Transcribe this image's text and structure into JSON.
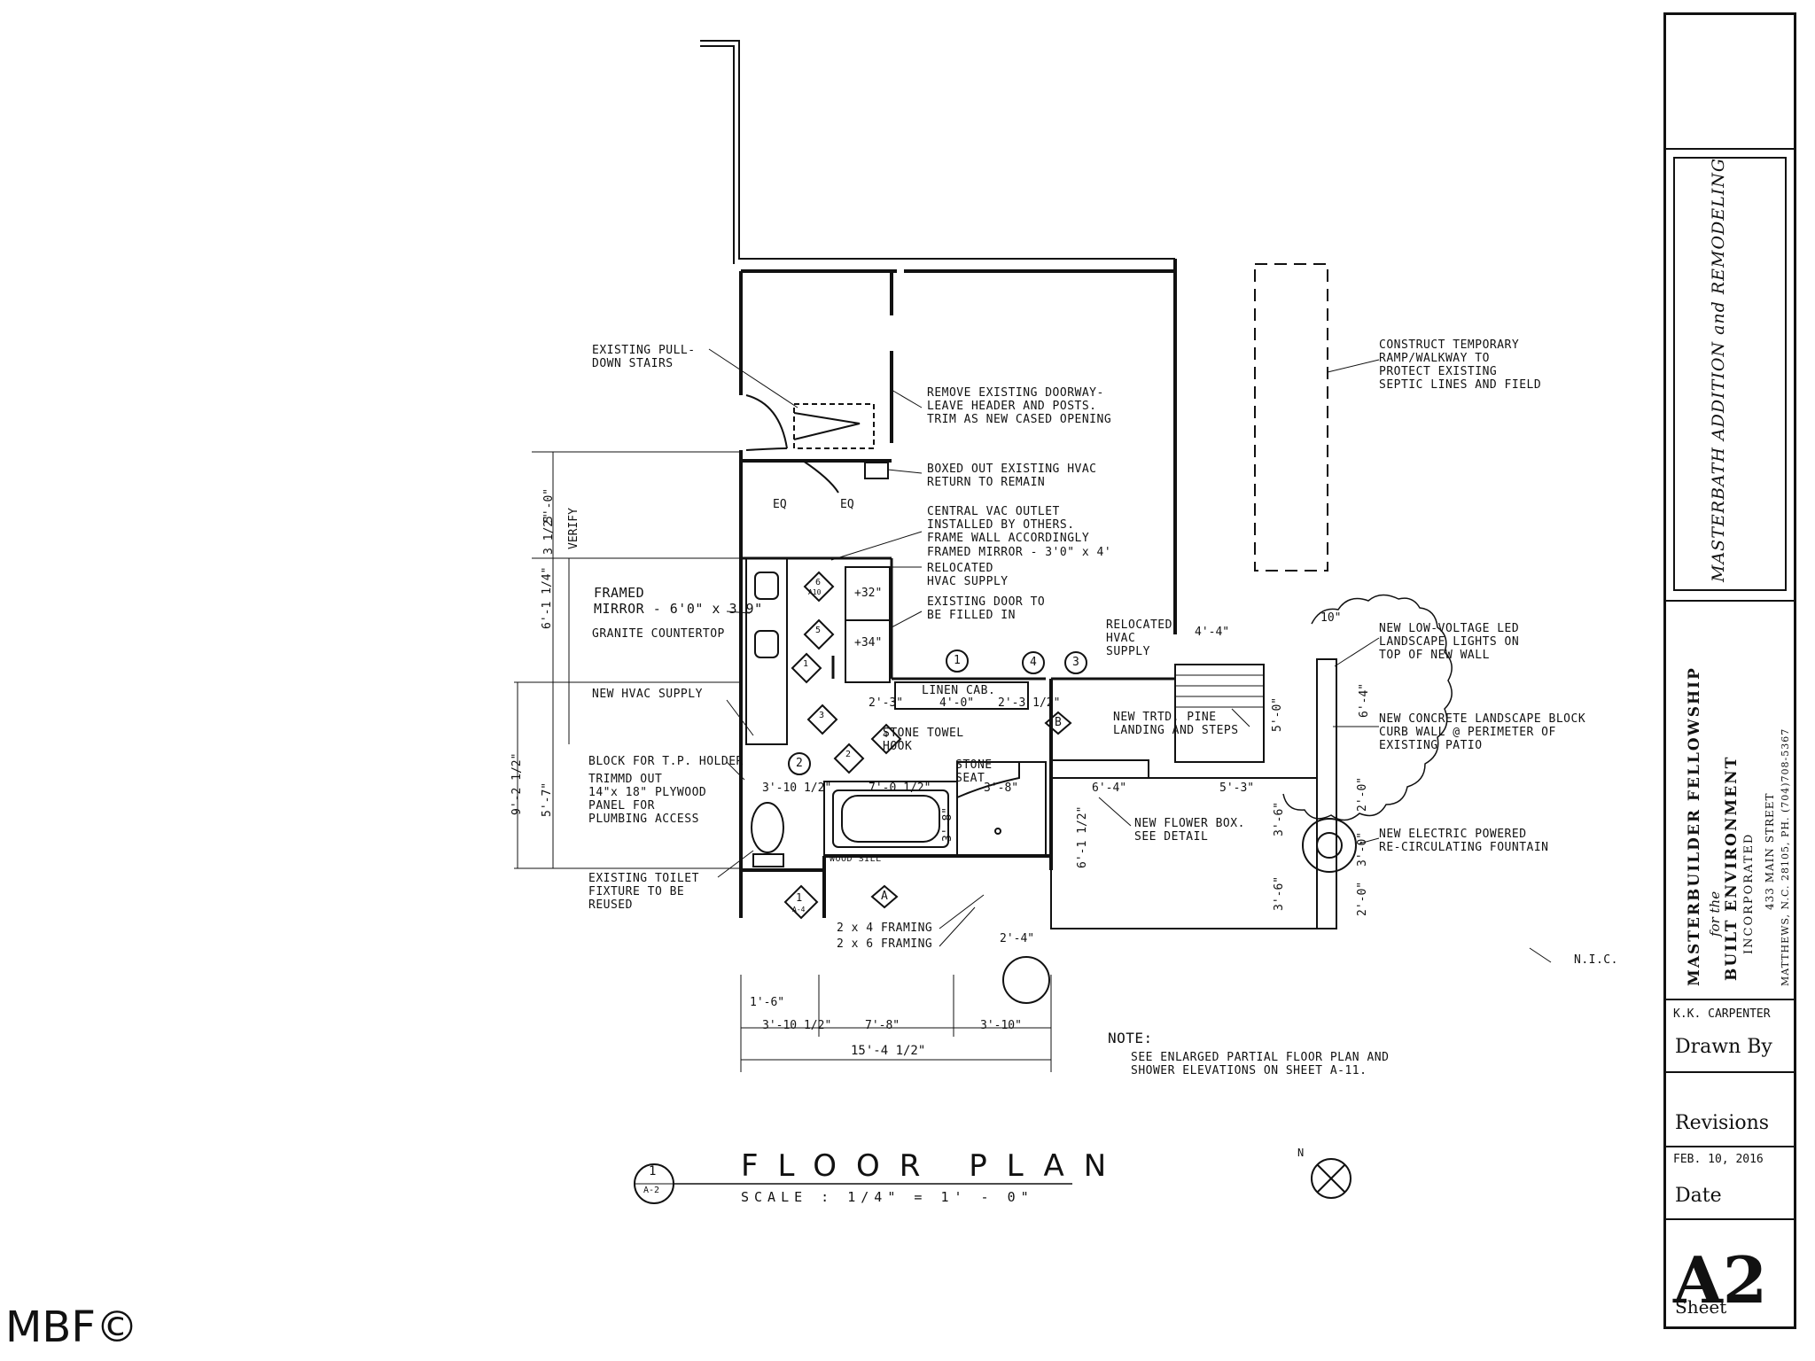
{
  "plan": {
    "title": "FLOOR PLAN",
    "scale": "SCALE : 1/4\" = 1' - 0\"",
    "callout_number": "1",
    "callout_sheet": "A-2",
    "north_label": "N"
  },
  "notes": {
    "heading": "NOTE:",
    "body": "SEE ENLARGED PARTIAL FLOOR PLAN AND\nSHOWER ELEVATIONS ON SHEET A-11."
  },
  "labels": {
    "pull_down_stairs": "EXISTING PULL-\nDOWN STAIRS",
    "remove_doorway": "REMOVE EXISTING DOORWAY-\nLEAVE HEADER AND POSTS.\nTRIM AS NEW CASED OPENING",
    "boxed_hvac": "BOXED OUT EXISTING HVAC\nRETURN TO REMAIN",
    "central_vac": "CENTRAL VAC OUTLET\nINSTALLED BY OTHERS.\nFRAME WALL ACCORDINGLY",
    "framed_mirror_small": "FRAMED MIRROR - 3'0\" x 4'",
    "relocated_hvac_supply": "RELOCATED\nHVAC SUPPLY",
    "framed_mirror_large": "FRAMED\nMIRROR - 6'0\" x 3'9\"",
    "existing_door": "EXISTING DOOR TO\nBE FILLED IN",
    "granite": "GRANITE COUNTERTOP",
    "relocated_hvac_supply_2": "RELOCATED\nHVAC\nSUPPLY",
    "new_hvac_supply": "NEW HVAC SUPPLY",
    "linen_cab": "LINEN CAB.",
    "stone_towel_hook": "STONE TOWEL\nHOOK",
    "stone_seat": "STONE\nSEAT",
    "block_tp": "BLOCK FOR T.P. HOLDER",
    "trimmed_panel": "TRIMMD OUT\n14\"x 18\" PLYWOOD\nPANEL FOR\nPLUMBING ACCESS",
    "wood_sill": "WOOD SILL",
    "existing_toilet": "EXISTING TOILET\nFIXTURE TO BE\nREUSED",
    "framing_2x4": "2 x 4 FRAMING",
    "framing_2x6": "2 x 6 FRAMING",
    "new_flower_box": "NEW FLOWER BOX.\nSEE DETAIL",
    "landing_steps": "NEW TRTD. PINE\nLANDING AND STEPS",
    "temp_ramp": "CONSTRUCT TEMPORARY\nRAMP/WALKWAY TO\nPROTECT EXISTING\nSEPTIC LINES AND FIELD",
    "led_lights": "NEW LOW-VOLTAGE LED\nLANDSCAPE LIGHTS ON\nTOP OF NEW WALL",
    "curb_wall": "NEW CONCRETE LANDSCAPE BLOCK\nCURB WALL @ PERIMETER OF\nEXISTING PATIO",
    "fountain": "NEW ELECTRIC POWERED\nRE-CIRCULATING FOUNTAIN",
    "nic": "N.I.C.",
    "verify": "VERIFY",
    "eq": "EQ"
  },
  "dimensions": {
    "overall": "15'-4 1/2\"",
    "bottom_left": "3'-10 1/2\"",
    "bottom_mid": "7'-8\"",
    "bottom_right": "3'-10\"",
    "small_16": "1'-6\"",
    "tub_w": "7'-0 1/2\"",
    "tub_h": "3'-8\"",
    "left_3_10": "3'-10 1/2\"",
    "shower_3_8": "3'-8\"",
    "d_6_4": "6'-4\"",
    "d_5_3": "5'-3\"",
    "d_4_4": "4'-4\"",
    "d_2_4": "2'-4\"",
    "d_10": "10\"",
    "d_6_4b": "6'-4\"",
    "d_5_0": "5'-0\"",
    "d_3_0": "3'-0\"",
    "d_2_0a": "2'-0\"",
    "d_2_0b": "2'-0\"",
    "d_3_6a": "3'-6\"",
    "d_3_6b": "3'-6\"",
    "d_6_1": "6'-1 1/2\"",
    "d_2_3": "2'-3\"",
    "d_4_0": "4'-0\"",
    "d_2_3b": "2'-3 1/2\"",
    "left_9_2": "9'-2 1/2\"",
    "left_5_7": "5'-7\"",
    "left_6_1": "6'-1 1/4\"",
    "left_5_0": "5'-0\"",
    "left_3_5": "3 1/2\"",
    "plus32": "+32\"",
    "plus34": "+34\""
  },
  "callouts": {
    "room_1": "1",
    "room_2": "2",
    "room_3": "3",
    "room_4": "4",
    "tag_a": "A",
    "tag_b": "B",
    "elev_6": "6",
    "elev_5": "5",
    "elev_1": "1",
    "elev_3": "3",
    "elev_2": "2",
    "elev_4": "4",
    "sheet_a10": "A10",
    "sheet_a4": "A-4",
    "elev_main": "1"
  },
  "title_block": {
    "project": "MASTERBATH ADDITION and REMODELING",
    "firm_line1": "MASTERBUILDER FELLOWSHIP",
    "firm_line2": "for the",
    "firm_line3": "BUILT ENVIRONMENT",
    "firm_line4": "INCORPORATED",
    "address_line1": "433 MAIN STREET",
    "address_line2": "MATTHEWS, N.C. 28105, PH. (704)708-5367",
    "drawn_by_name": "K.K. CARPENTER",
    "drawn_by_label": "Drawn By",
    "revisions_label": "Revisions",
    "date_value": "FEB. 10, 2016",
    "date_label": "Date",
    "sheet_number": "A2",
    "sheet_label": "Sheet"
  },
  "watermark": "MBF©"
}
